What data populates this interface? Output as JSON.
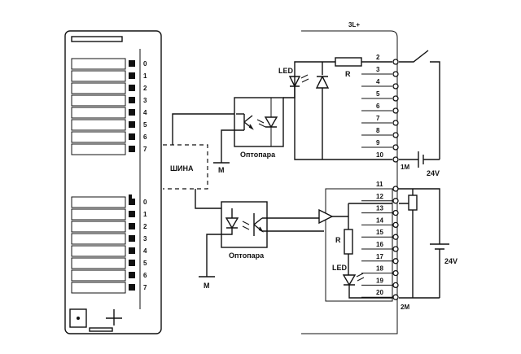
{
  "plc": {
    "group1_channels": [
      "0",
      "1",
      "2",
      "3",
      "4",
      "5",
      "6",
      "7"
    ],
    "group2_channels": [
      "0",
      "1",
      "2",
      "3",
      "4",
      "5",
      "6",
      "7"
    ]
  },
  "bus": {
    "label": "ШИНА"
  },
  "optocoupler": {
    "label1": "Оптопара",
    "label2": "Оптопара"
  },
  "ground": {
    "label1": "M",
    "label2": "M"
  },
  "input_circuit": {
    "supply_label": "3L+",
    "terminals": [
      "2",
      "3",
      "4",
      "5",
      "6",
      "7",
      "8",
      "9",
      "10"
    ],
    "common_label": "1M",
    "led_label": "LED",
    "resistor_label": "R",
    "battery_label": "24V"
  },
  "output_circuit": {
    "terminals": [
      "11",
      "12",
      "13",
      "14",
      "15",
      "16",
      "17",
      "18",
      "19",
      "20"
    ],
    "common_label": "2M",
    "led_label": "LED",
    "resistor_label": "R",
    "battery_label": "24V"
  }
}
